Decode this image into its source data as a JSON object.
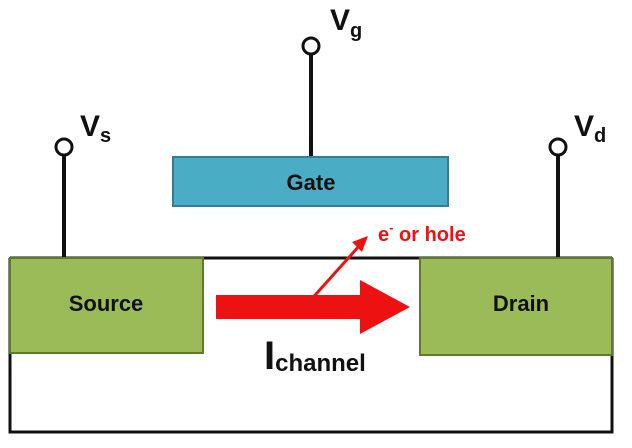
{
  "gate": {
    "label": "Gate",
    "fill": "#4bacc6",
    "stroke": "#2f7f97"
  },
  "source": {
    "label": "Source",
    "fill": "#9bbb59",
    "stroke": "#5e7a2e"
  },
  "drain": {
    "label": "Drain",
    "fill": "#9bbb59",
    "stroke": "#5e7a2e"
  },
  "terminals": {
    "source": {
      "letter": "V",
      "sub": "s"
    },
    "gate": {
      "letter": "V",
      "sub": "g"
    },
    "drain": {
      "letter": "V",
      "sub": "d"
    }
  },
  "carrier": {
    "base": "e",
    "sup": "-",
    "rest": " or hole",
    "color": "#ee1111"
  },
  "current": {
    "letter": "I",
    "sub": "channel",
    "arrow_color": "#ee1111"
  }
}
